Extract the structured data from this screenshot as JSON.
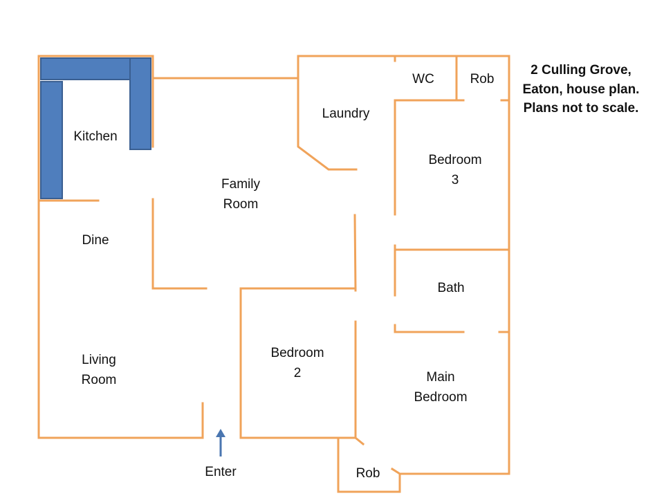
{
  "title_lines": [
    "2 Culling Grove,",
    "Eaton, house plan.",
    "Plans not to scale."
  ],
  "rooms": {
    "kitchen": "Kitchen",
    "family_room": [
      "Family",
      "Room"
    ],
    "dine": "Dine",
    "living_room": [
      "Living",
      "Room"
    ],
    "laundry": "Laundry",
    "wc": "WC",
    "rob_top": "Rob",
    "bedroom3": [
      "Bedroom",
      "3"
    ],
    "bath": "Bath",
    "bedroom2": [
      "Bedroom",
      "2"
    ],
    "main_bedroom": [
      "Main",
      "Bedroom"
    ],
    "rob_bottom": "Rob",
    "enter": "Enter"
  },
  "colors": {
    "wall": "#F0A35A",
    "counter": "#4F7EBD",
    "counter_border": "#3A5F91",
    "arrow": "#4A76B0"
  }
}
